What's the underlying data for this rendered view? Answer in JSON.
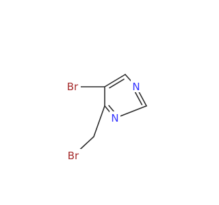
{
  "molecule": {
    "atoms": [
      {
        "id": "n-top",
        "label": "N",
        "color": "#3333ff"
      },
      {
        "id": "n-bottom",
        "label": "N",
        "color": "#3333ff"
      },
      {
        "id": "br-ring",
        "label": "Br",
        "color": "#a52a2a"
      },
      {
        "id": "br-chain",
        "label": "Br",
        "color": "#a52a2a"
      }
    ],
    "colors": {
      "bond": "#2b2b2b",
      "background": "#ffffff"
    }
  }
}
